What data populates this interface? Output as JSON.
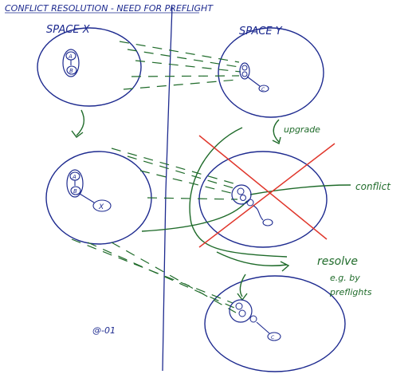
{
  "title": "CONFLICT RESOLUTION - NEED FOR PREFLIGHT",
  "space_x_label": "SPACE X",
  "space_y_label": "SPACE Y",
  "nodes": {
    "a": "A",
    "b": "B",
    "c": "C",
    "x": "X"
  },
  "annotations": {
    "upgrade": "upgrade",
    "conflict": "conflict",
    "resolve": "resolve",
    "resolve_sub1": "e.g. by",
    "resolve_sub2": "preflights",
    "signature": "@-01"
  },
  "colors": {
    "pen_blue": "#1d2a8f",
    "pen_green": "#1f6b2a",
    "pen_red": "#e0362b"
  }
}
